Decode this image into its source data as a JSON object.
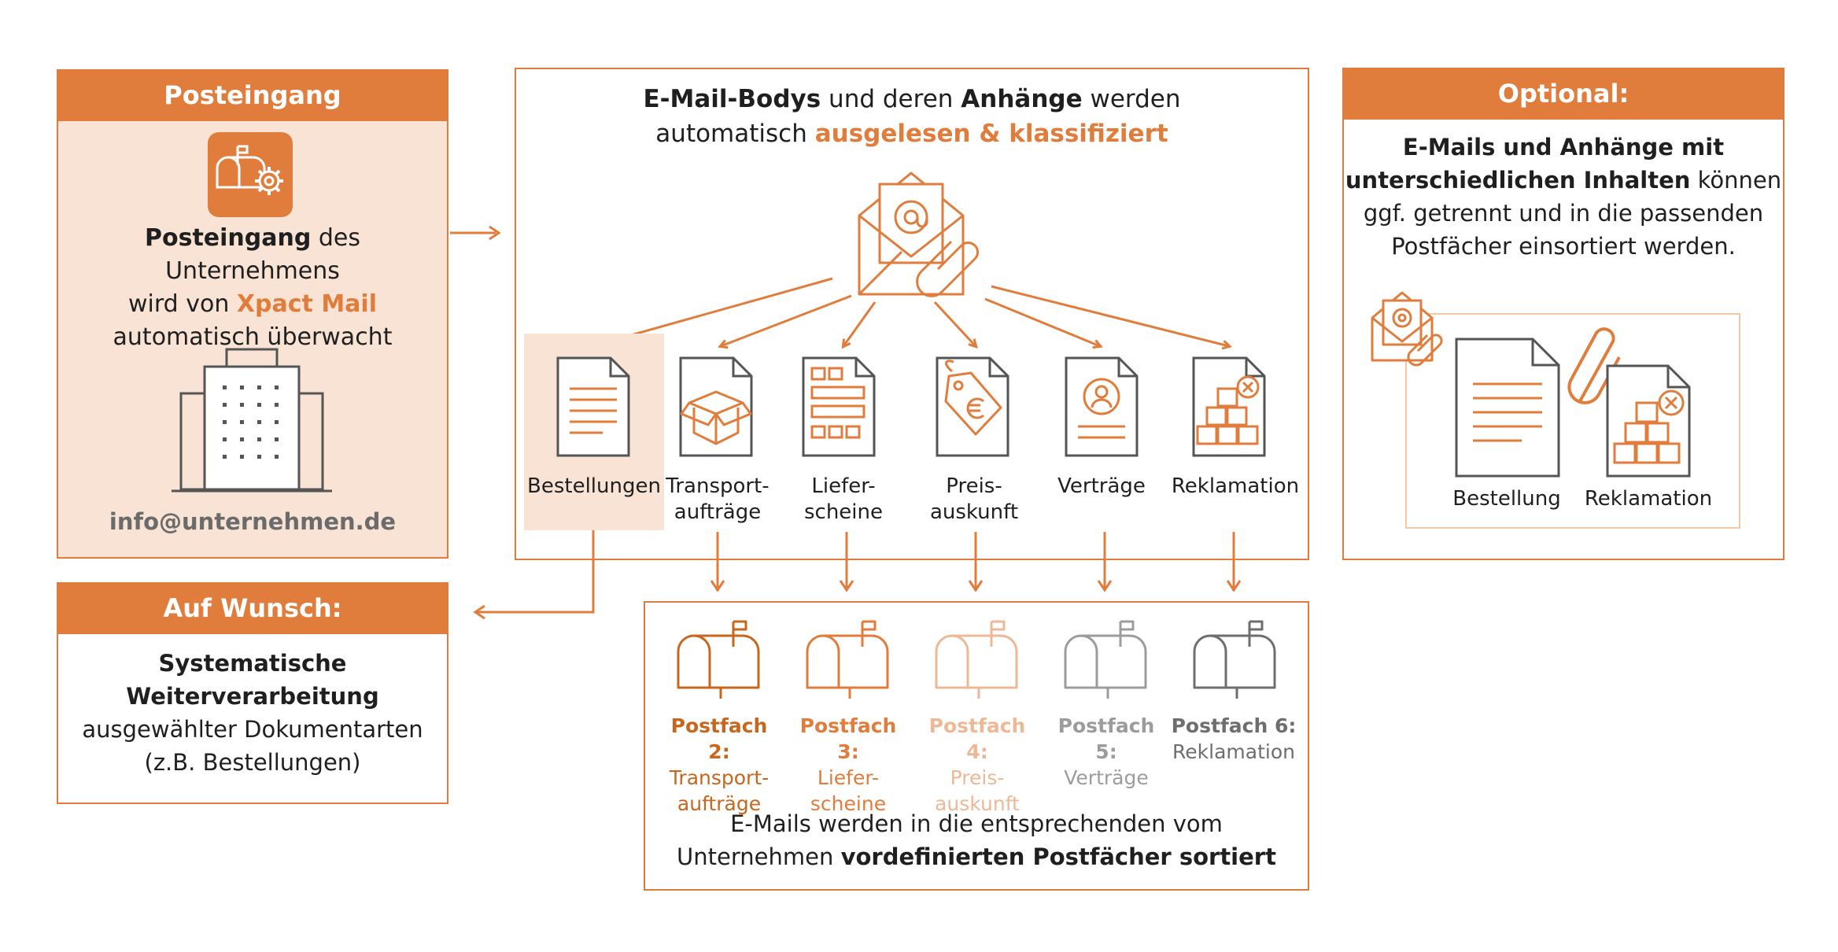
{
  "colors": {
    "accent": "#e07d3c",
    "accent_light": "#f8e3d5",
    "pf2": "#c7671d",
    "pf3": "#e07d3c",
    "pf4": "#edb896",
    "pf5": "#9c9c9c",
    "pf6": "#6e6e6e"
  },
  "posteingang": {
    "title": "Posteingang",
    "line1_bold": "Posteingang",
    "line1_rest": " des Unternehmens",
    "line2_pre": "wird von ",
    "line2_accent": "Xpact Mail",
    "line3": "automatisch überwacht",
    "email": "info@unternehmen.de"
  },
  "center": {
    "line1_bold1": "E-Mail-Bodys",
    "line1_mid": " und deren ",
    "line1_bold2": "Anhänge",
    "line1_end": " werden",
    "line2_pre": "automatisch ",
    "line2_accent": "ausgelesen & klassifiziert",
    "doc_labels": [
      {
        "l1": "Bestellungen",
        "l2": ""
      },
      {
        "l1": "Transport-",
        "l2": "aufträge"
      },
      {
        "l1": "Liefer-",
        "l2": "scheine"
      },
      {
        "l1": "Preis-",
        "l2": "auskunft"
      },
      {
        "l1": "Verträge",
        "l2": ""
      },
      {
        "l1": "Reklamation",
        "l2": ""
      }
    ]
  },
  "postfach": {
    "items": [
      {
        "title": "Postfach 2:",
        "l1": "Transport-",
        "l2": "aufträge"
      },
      {
        "title": "Postfach 3:",
        "l1": "Liefer-",
        "l2": "scheine"
      },
      {
        "title": "Postfach 4:",
        "l1": "Preis-",
        "l2": "auskunft"
      },
      {
        "title": "Postfach 5:",
        "l1": "Verträge",
        "l2": ""
      },
      {
        "title": "Postfach 6:",
        "l1": "Reklamation",
        "l2": ""
      }
    ],
    "footer_line1": "E-Mails werden in die entsprechenden vom",
    "footer_line2_pre": "Unternehmen ",
    "footer_line2_bold": "vordefinierten Postfächer sortiert"
  },
  "wunsch": {
    "title": "Auf Wunsch:",
    "line1": "Systematische",
    "line2": "Weiterverarbeitung",
    "line3": "ausgewählter Dokumentarten",
    "line4": "(z.B. Bestellungen)"
  },
  "optional": {
    "title": "Optional:",
    "line1": "E-Mails und Anhänge mit",
    "line2_bold": "unterschiedlichen Inhalten",
    "line2_rest": " können",
    "line3": "ggf. getrennt und in die passenden",
    "line4": "Postfächer einsortiert werden.",
    "label_a": "Bestellung",
    "label_b": "Reklamation"
  }
}
